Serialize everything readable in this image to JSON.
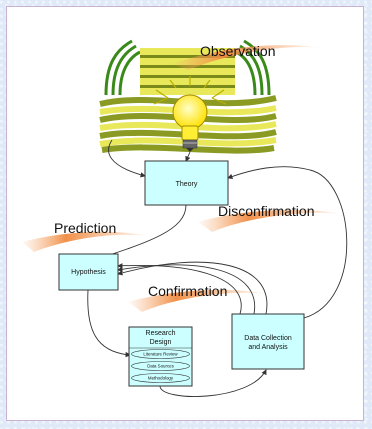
{
  "labels": {
    "observation": "Observation",
    "prediction": "Prediction",
    "disconfirmation": "Disconfirmation",
    "confirmation": "Confirmation"
  },
  "boxes": {
    "theory": "Theory",
    "hypothesis": "Hypothesis",
    "research_design_line1": "Research",
    "research_design_line2": "Design",
    "data_collection_line1": "Data Collection",
    "data_collection_line2": "and Analysis"
  },
  "research_design_items": [
    "Literature Review",
    "Data Sources",
    "Methodology"
  ],
  "colors": {
    "box_fill": "#ccffff",
    "swoosh": "#f0a060",
    "stripe_yellow": "#e8e85a",
    "stripe_olive": "#7a8a1a",
    "bulb": "#ffee33",
    "page_background": "#dfe9f8"
  }
}
